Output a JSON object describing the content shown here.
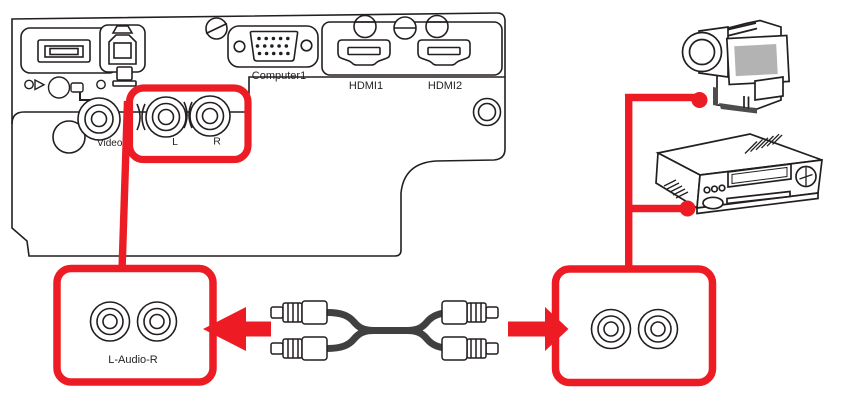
{
  "diagram": {
    "description": "Projector rear panel audio connection diagram",
    "panel": {
      "computer1_label": "Computer1",
      "hdmi1_label": "HDMI1",
      "hdmi2_label": "HDMI2",
      "video_label": "Video",
      "audio_l_label": "L",
      "audio_r_label": "R"
    },
    "callout": {
      "audio_ports_label": "L-Audio-R"
    },
    "colors": {
      "highlight_red": "#ed1c24",
      "outline_black": "#231f20",
      "cable_gray": "#404040",
      "lcd_gray": "#b3b3b3"
    }
  }
}
